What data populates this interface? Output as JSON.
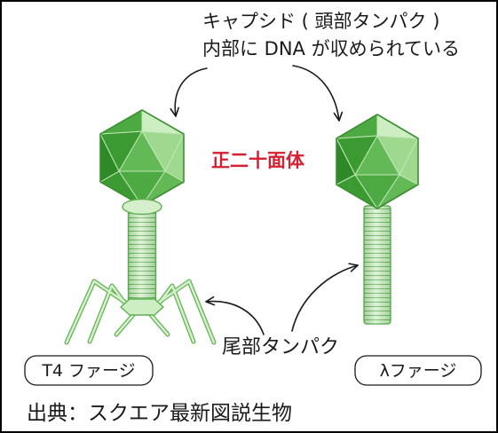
{
  "capsid_note": {
    "title": "キャプシド ( 頭部タンパク )",
    "detail": "内部に DNA が収められている"
  },
  "head_shape_note": "正二十面体",
  "tail_note": "尾部タンパク",
  "phages": [
    {
      "label": "T4 ファージ"
    },
    {
      "label": "λファージ"
    }
  ],
  "source": "出典：スクエア最新図説生物",
  "colors": {
    "head_darkest": "#2e8a27",
    "head_dark": "#3c9a33",
    "head_middark": "#4daa42",
    "head_mid": "#62b955",
    "head_light": "#9fd88f",
    "head_lightest": "#cdeec2",
    "facet_line": "#c2e8b6",
    "head_outline": "#3b8f32",
    "tail_fill": "#d4efca",
    "tail_line": "#5fb052",
    "label_red": "#d42030",
    "ink": "#1a1a1a"
  }
}
